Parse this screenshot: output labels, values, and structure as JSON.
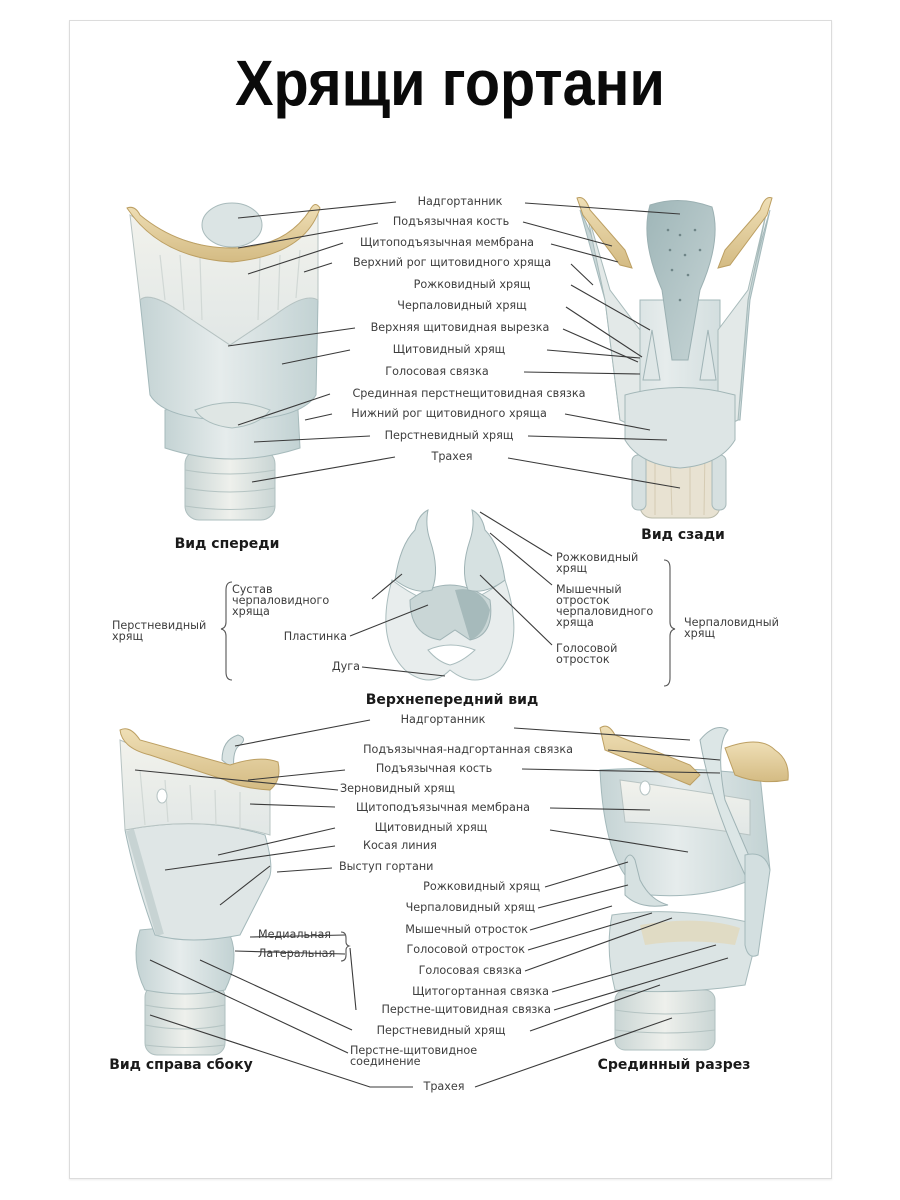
{
  "title": "Хрящи гортани",
  "colors": {
    "cartilage": "#d9e3e3",
    "cartilage_shade": "#b7c9ca",
    "bone": "#e6d3a6",
    "bone_dark": "#c9ae72",
    "membrane": "#eef1ee",
    "leader": "#3a3a3a",
    "text": "#3d3d3d",
    "frame": "#dcdcdc"
  },
  "views": {
    "front": {
      "caption": "Вид спереди",
      "labels": [
        "Надгортанник",
        "Подъязычная кость",
        "Щитоподъязычная мембрана",
        "Верхний рог щитовидного хряща",
        "Рожковидный хрящ",
        "Черпаловидный хрящ",
        "Верхняя щитовидная вырезка",
        "Щитовидный хрящ",
        "Голосовая связка",
        "Срединная перстнещитовидная связка",
        "Нижний рог щитовидного хряща",
        "Перстневидный хрящ",
        "Трахея"
      ]
    },
    "back": {
      "caption": "Вид сзади"
    },
    "superior": {
      "caption": "Верхнепередний вид",
      "left_group": {
        "name": "Перстневидный\nхрящ",
        "items": [
          "Сустав\nчерпаловидного\nхряща",
          "Пластинка",
          "Дуга"
        ]
      },
      "right_group": {
        "name": "Черпаловидный\nхрящ",
        "items": [
          "Рожковидный\nхрящ",
          "Мышечный\nотросток\nчерпаловидного\nхряща",
          "Голосовой\nотросток"
        ]
      }
    },
    "lateral": {
      "caption": "Вид справа сбоку",
      "labels": [
        "Надгортанник",
        "Подъязычная-надгортанная связка",
        "Подъязычная кость",
        "Зерновидный хрящ",
        "Щитоподъязычная мембрана",
        "Щитовидный хрящ",
        "Косая линия",
        "Выступ гортани",
        "Рожковидный хрящ",
        "Черпаловидный хрящ",
        "Мышечный отросток",
        "Голосовой отросток",
        "Голосовая связка",
        "Щитогортанная связка",
        "Перстне-щитовидная связка",
        "Перстневидный хрящ",
        "Перстне-щитовидное\nсоединение",
        "Трахея"
      ],
      "sub_labels": [
        "Медиальная",
        "Латеральная"
      ]
    },
    "midsagittal": {
      "caption": "Срединный разрез"
    }
  }
}
